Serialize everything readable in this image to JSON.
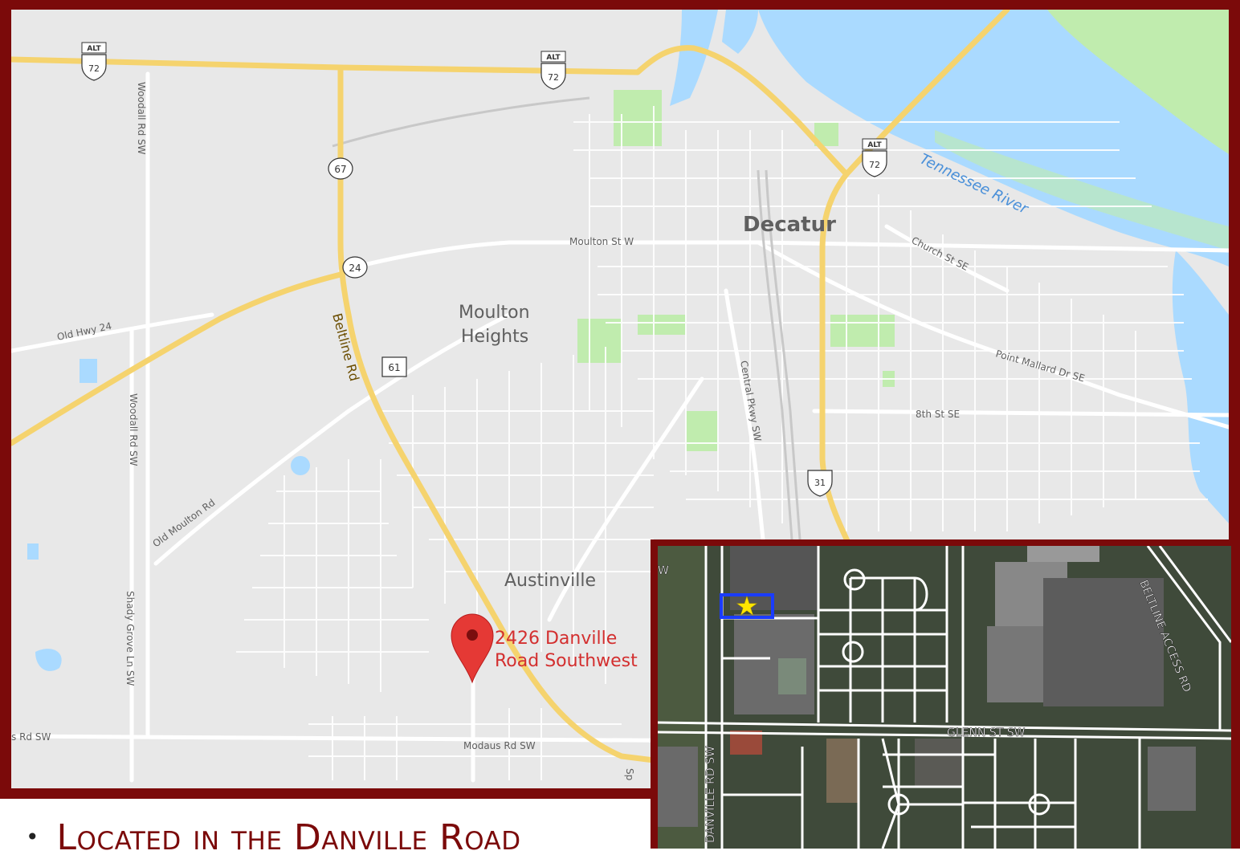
{
  "main_map": {
    "place_labels": {
      "decatur": "Decatur",
      "moulton_heights_line1": "Moulton",
      "moulton_heights_line2": "Heights",
      "austinville": "Austinville",
      "tennessee_river": "Tennessee River"
    },
    "road_labels": {
      "moulton_st": "Moulton St W",
      "church_st": "Church St SE",
      "point_mallard": "Point Mallard Dr SE",
      "eighth_st": "8th St SE",
      "old_hwy_24": "Old Hwy 24",
      "old_moulton_rd": "Old Moulton Rd",
      "beltline_rd": "Beltline Rd",
      "central_pkwy": "Central Pkwy SW",
      "woodall_rd_n": "Woodall Rd SW",
      "woodall_rd_s": "Woodall Rd SW",
      "shady_grove": "Shady Grove Ln SW",
      "modaus_rd": "Modaus Rd SW",
      "left_rd": "s Rd SW",
      "sp_fragment": "Sp"
    },
    "shields": {
      "alt_label": "ALT",
      "alt72_a": "72",
      "alt72_b": "72",
      "alt72_c": "72",
      "sr67": "67",
      "sr24": "24",
      "sr61": "61",
      "us31": "31"
    },
    "marker": {
      "line1": "2426 Danville",
      "line2": "Road Southwest"
    },
    "colors": {
      "frame": "#7b0a0a",
      "land": "#e8e8e8",
      "water": "#aadaff",
      "park": "#c0ecae",
      "highway": "#f5d36e",
      "marker": "#e53935"
    }
  },
  "inset_map": {
    "labels": {
      "glenn_st": "GLENN ST SW",
      "danville_rd": "DANVILLE RD SW",
      "beltline_access": "BELTLINE ACCESS RD"
    },
    "star": "★",
    "corner_letter": "W"
  },
  "caption": {
    "bullet": "•",
    "text": "Located in the Danville Road"
  }
}
